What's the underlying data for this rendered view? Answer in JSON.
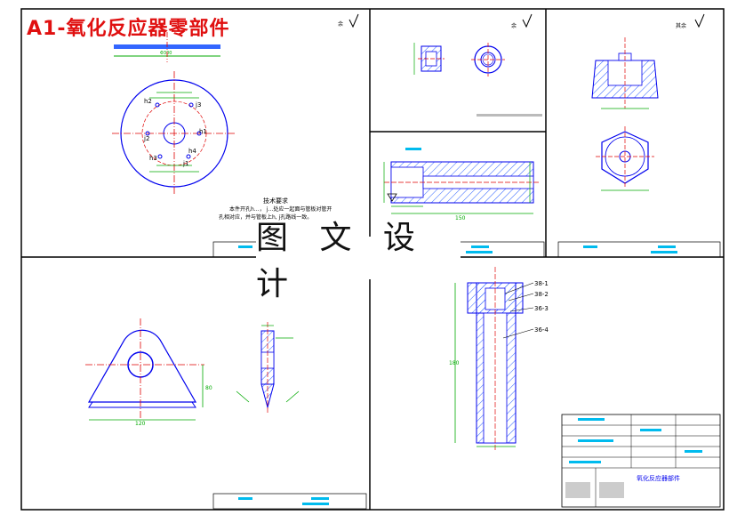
{
  "title": "A1-氧化反应器零部件",
  "watermark": "图 文 设 计",
  "roughness_marks": [
    "余",
    "余",
    "其余"
  ],
  "tech_req": {
    "heading": "技术要求",
    "line1": "本件开孔h…， j…处应一起面与管板对管开",
    "line2": "孔相对应，并与管板上h, j孔路线一致。"
  },
  "flange": {
    "hole_labels": [
      "h1",
      "h2",
      "h3",
      "h4",
      "j1",
      "j2",
      "j3"
    ]
  },
  "tube": {
    "dim_total": "150"
  },
  "column": {
    "parts": [
      "38-1",
      "38-2",
      "36-3",
      "36-4"
    ],
    "dim_height": "180"
  },
  "lug": {
    "dim_width": "120",
    "dim_height": "80"
  },
  "colors": {
    "line": "#0000ee",
    "center": "#e00000",
    "dim": "#00aa00",
    "hatch": "#3366ff",
    "accent": "#00bbee"
  },
  "title_block": {
    "name": "氧化反应器部件"
  }
}
